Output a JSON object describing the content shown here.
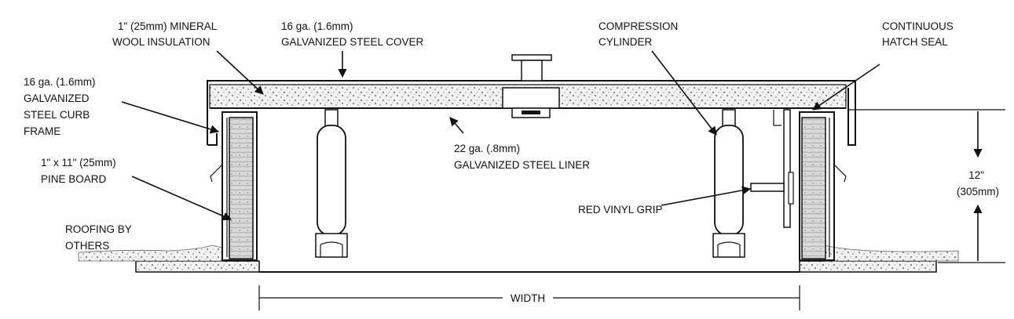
{
  "labels": {
    "insulation": [
      "1\" (25mm) MINERAL",
      "WOOL INSULATION"
    ],
    "cover": [
      "16 ga. (1.6mm)",
      "GALVANIZED STEEL COVER"
    ],
    "cylinder": [
      "COMPRESSION",
      "CYLINDER"
    ],
    "seal": [
      "CONTINUOUS",
      "HATCH SEAL"
    ],
    "curb_frame": [
      "16 ga. (1.6mm)",
      "GALVANIZED",
      "STEEL CURB",
      "FRAME"
    ],
    "liner": [
      "22 ga. (.8mm)",
      "GALVANIZED STEEL LINER"
    ],
    "pine_board": [
      "1\" x 11\" (25mm)",
      "PINE BOARD"
    ],
    "grip": "RED VINYL GRIP",
    "roofing": [
      "ROOFING BY",
      "OTHERS"
    ],
    "height": [
      "12\"",
      "(305mm)"
    ],
    "width": "WIDTH"
  }
}
